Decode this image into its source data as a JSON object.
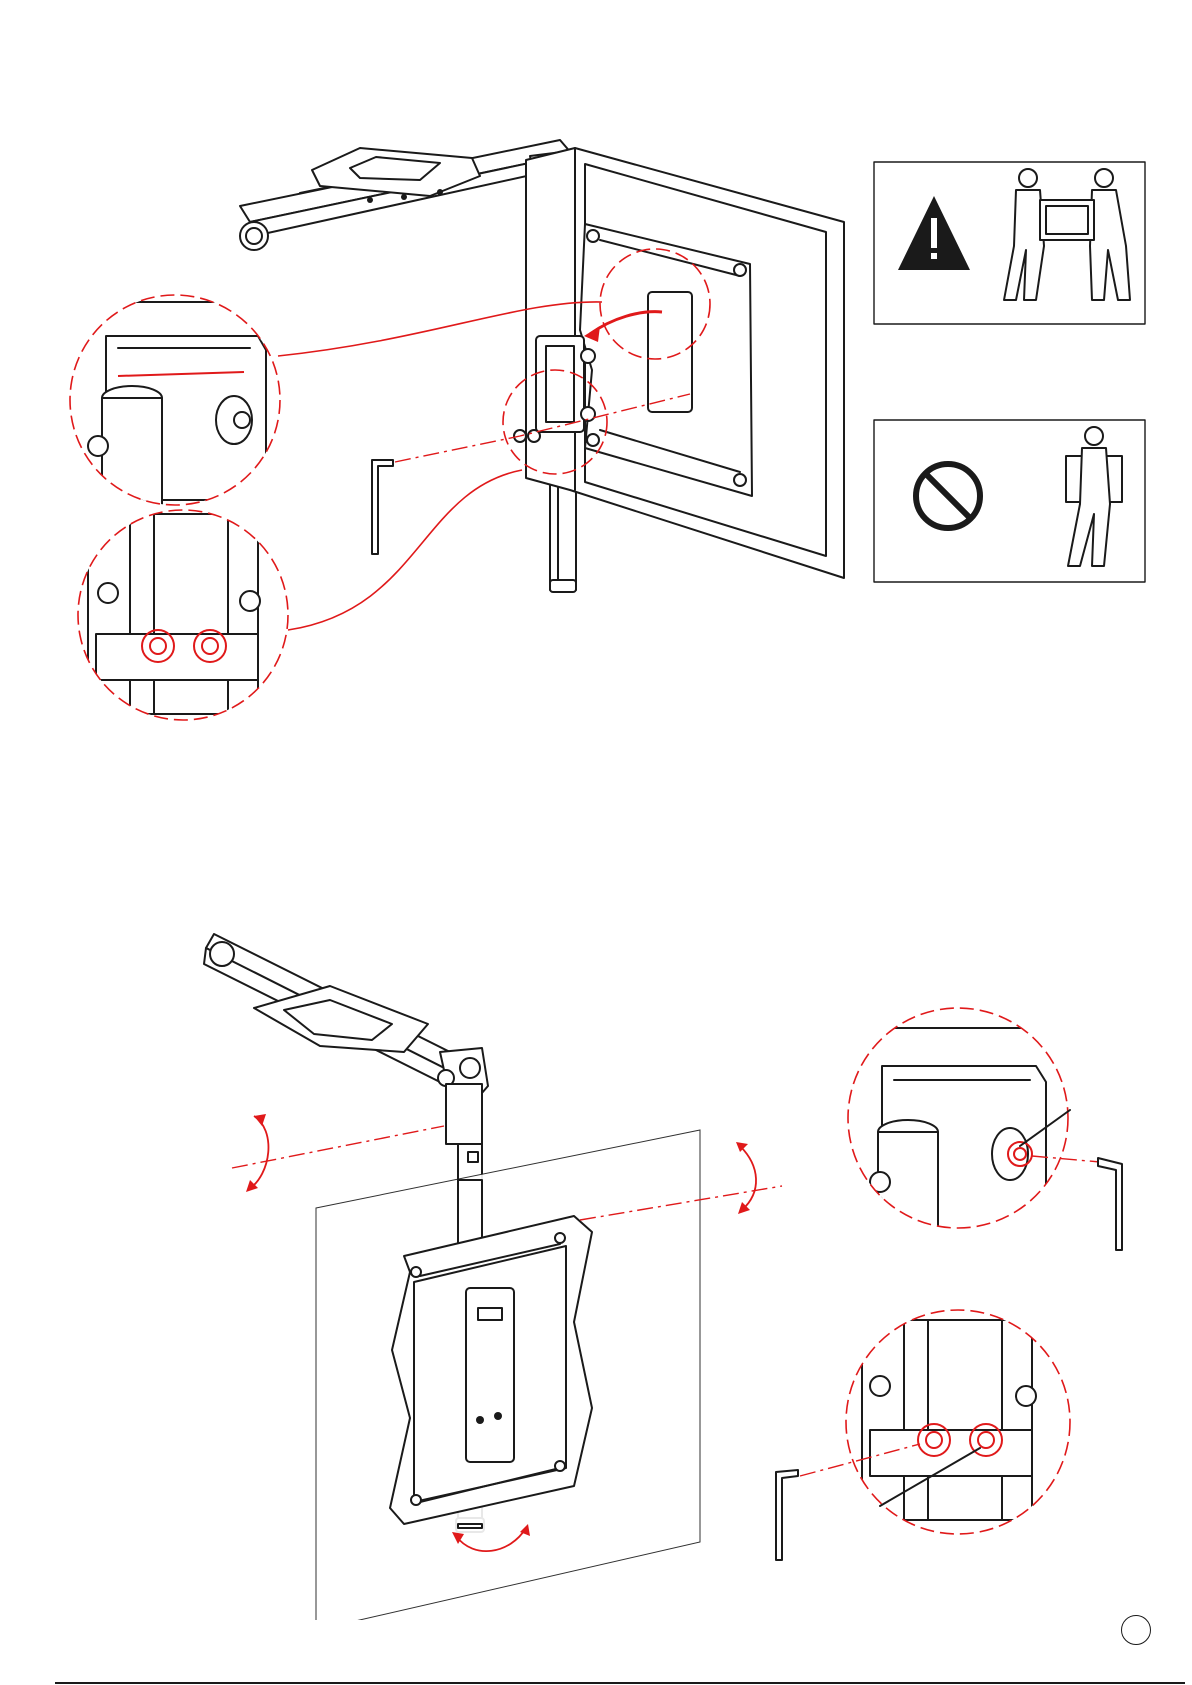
{
  "page": {
    "number": ""
  },
  "icons": {
    "warning": "warning-triangle-icon",
    "two_person_lift": "two-person-lift-icon",
    "prohibited": "prohibited-icon",
    "single_person_carry": "single-person-carry-icon",
    "hex_key": "hex-key-icon"
  },
  "colors": {
    "line": "#1a1a1a",
    "highlight": "#e0191a",
    "background": "#ffffff"
  },
  "steps": [
    {
      "name": "attach-bracket-to-pole",
      "callouts": 2,
      "warning_panels": 2
    },
    {
      "name": "adjust-tilt-and-swivel",
      "callouts": 2,
      "rotation_arrows": 3
    }
  ]
}
